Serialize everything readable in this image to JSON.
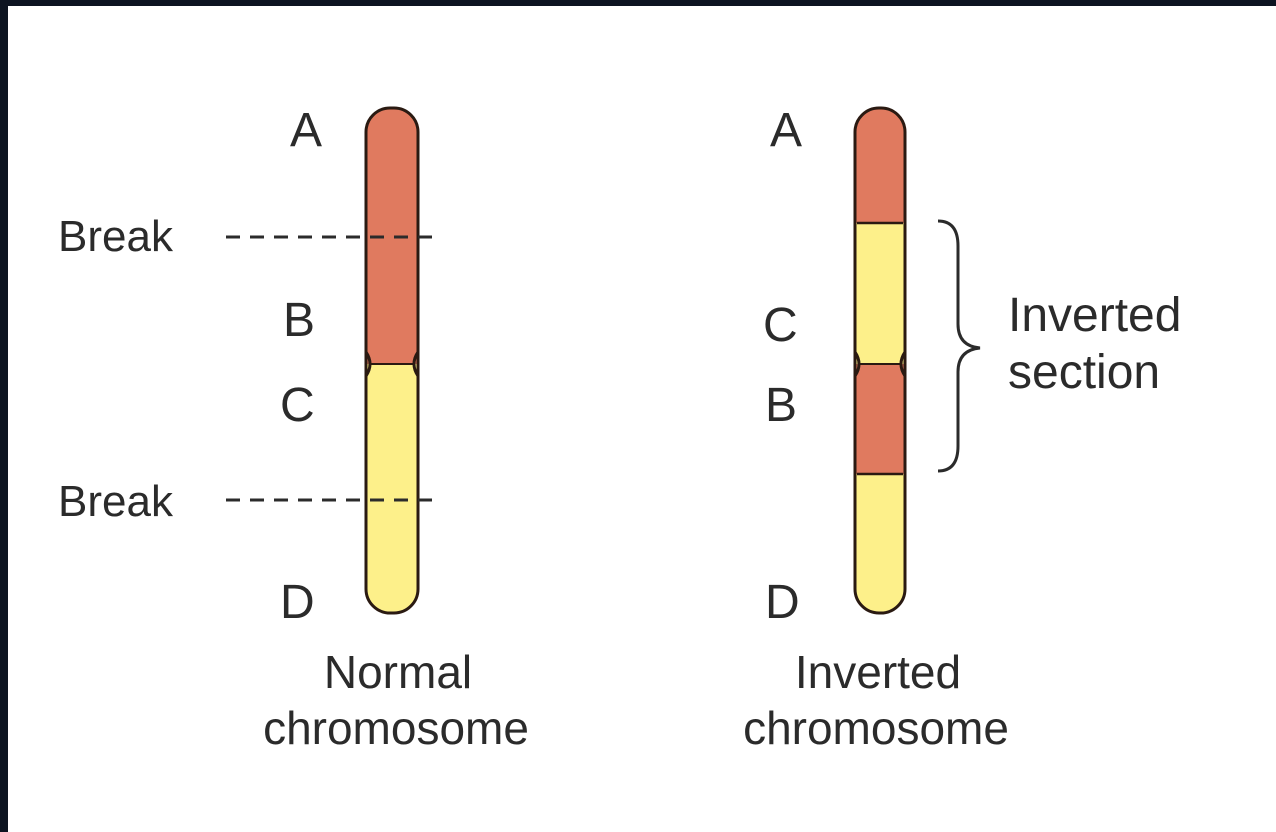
{
  "colors": {
    "background": "#ffffff",
    "outer_border": "#0d1421",
    "segment_red": "#e07a5f",
    "segment_yellow": "#fdf08a",
    "outline": "#2a1a12",
    "text": "#2b2b2b"
  },
  "normal": {
    "labels": {
      "a": "A",
      "b": "B",
      "c": "C",
      "d": "D"
    },
    "break_label": "Break",
    "caption_line1": "Normal",
    "caption_line2": "chromosome",
    "segments": [
      "red",
      "yellow"
    ]
  },
  "inverted": {
    "labels": {
      "a": "A",
      "c": "C",
      "b": "B",
      "d": "D"
    },
    "caption_line1": "Inverted",
    "caption_line2": "chromosome",
    "bracket_label_line1": "Inverted",
    "bracket_label_line2": "section",
    "segments": [
      "red",
      "yellow",
      "red",
      "yellow"
    ]
  }
}
